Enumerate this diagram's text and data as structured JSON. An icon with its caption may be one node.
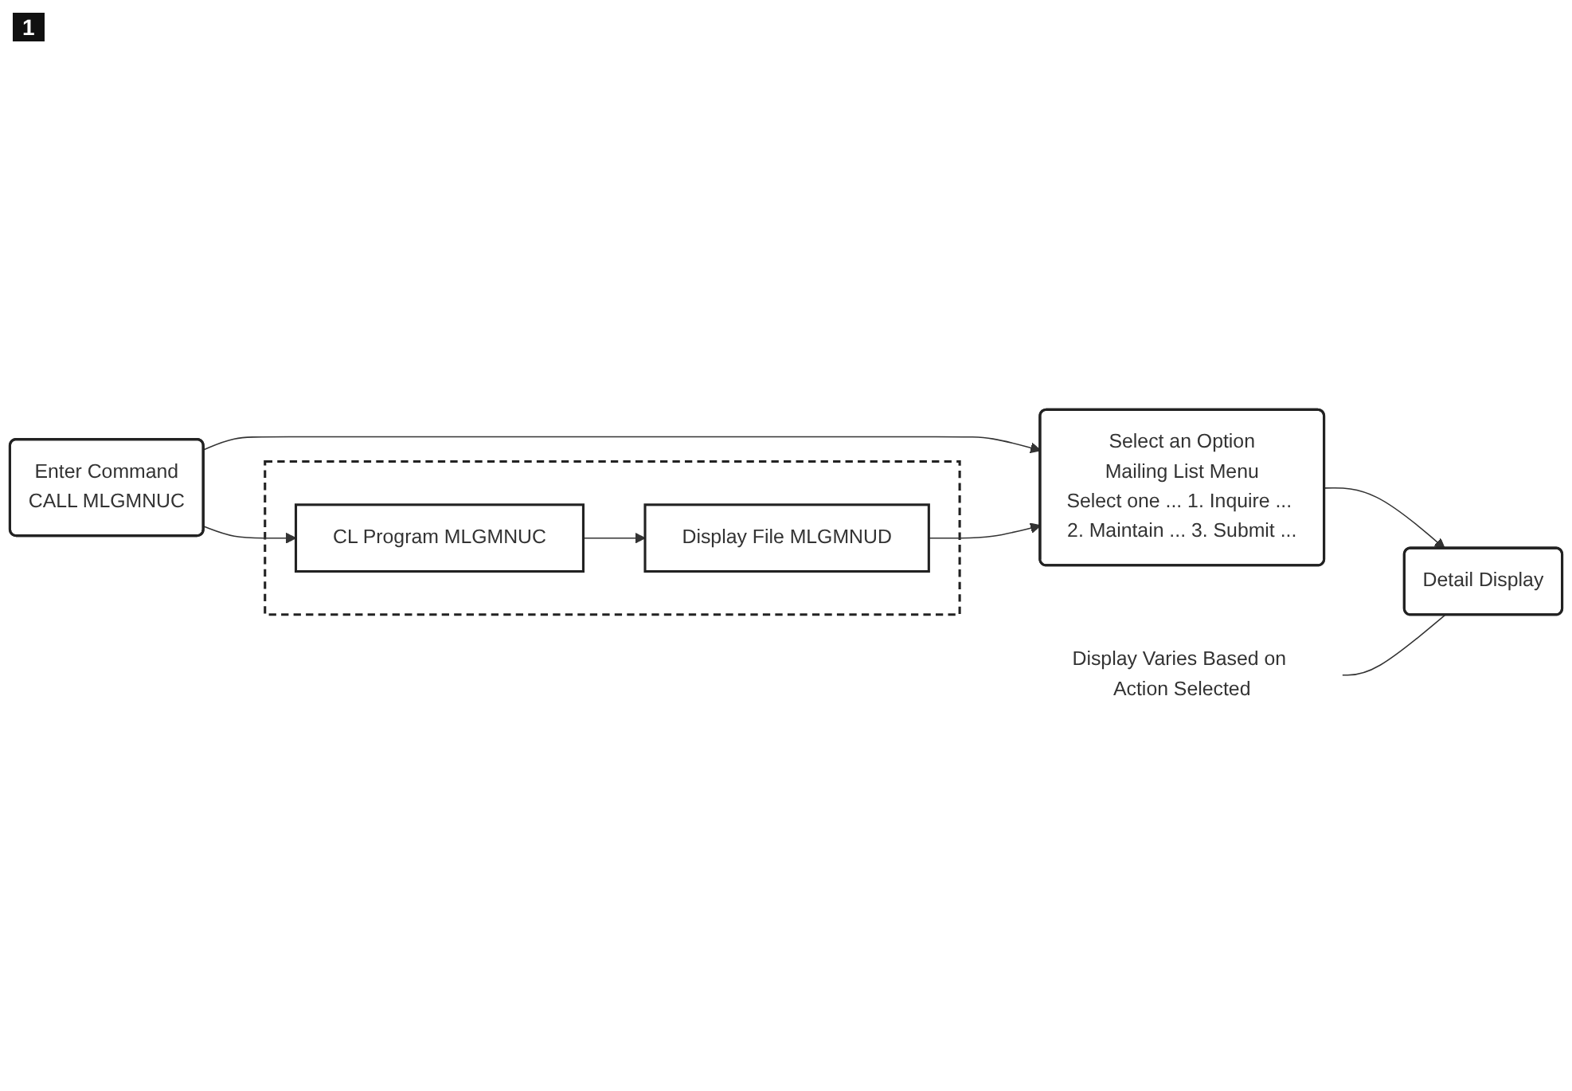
{
  "diagram": {
    "nodes": [
      {
        "text": [
          "Enter Command",
          "CALL MLGMNUC"
        ]
      },
      {
        "text": [
          "Select an Option",
          "Mailing List Menu",
          "Select one ... 1. Inquire ... 2. Maintain ... 3. Submit ..."
        ]
      },
      {
        "text": [
          "Detail Display"
        ]
      },
      {
        "text": [
          "Display Varies Based on Action Selected"
        ]
      },
      {
        "text": [],
        "shape": "box"
      },
      {
        "text": [
          "CL Program MLGMNUC"
        ],
        "in": 4
      },
      {
        "text": [
          "Display File MLGMNUD"
        ],
        "in": 4
      }
    ],
    "edges": [
      {
        "from": 0,
        "to": 1,
        "arrow": "to"
      },
      {
        "from": 1,
        "to": 2,
        "arrow": "to"
      },
      {
        "from": 0,
        "to": 5,
        "arrow": "to"
      },
      {
        "from": 5,
        "to": 6,
        "arrow": "to"
      },
      {
        "from": 6,
        "to": 1,
        "arrow": "to"
      },
      {
        "from": 3,
        "to": 2,
        "arrow": "none"
      }
    ],
    "labels": [
      "1"
    ]
  }
}
